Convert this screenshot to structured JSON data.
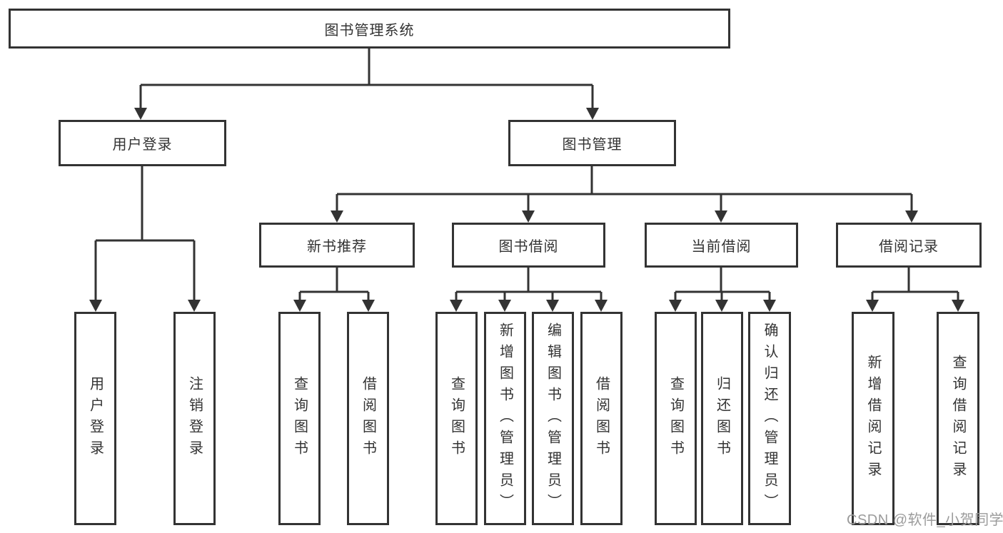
{
  "diagram_title": "图书管理系统",
  "tree": {
    "label": "图书管理系统",
    "children": [
      {
        "label": "用户登录",
        "children": [
          {
            "label": "用户登录"
          },
          {
            "label": "注销登录"
          }
        ]
      },
      {
        "label": "图书管理",
        "children": [
          {
            "label": "新书推荐",
            "children": [
              {
                "label": "查询图书"
              },
              {
                "label": "借阅图书"
              }
            ]
          },
          {
            "label": "图书借阅",
            "children": [
              {
                "label": "查询图书"
              },
              {
                "label": "新增图书（管理员）"
              },
              {
                "label": "编辑图书（管理员）"
              },
              {
                "label": "借阅图书"
              }
            ]
          },
          {
            "label": "当前借阅",
            "children": [
              {
                "label": "查询图书"
              },
              {
                "label": "归还图书"
              },
              {
                "label": "确认归还（管理员）"
              }
            ]
          },
          {
            "label": "借阅记录",
            "children": [
              {
                "label": "新增借阅记录"
              },
              {
                "label": "查询借阅记录"
              }
            ]
          }
        ]
      }
    ]
  },
  "watermark": {
    "text": "CSDN @软件_小贺同学",
    "color": "#9b9b9b"
  },
  "colors": {
    "background": "#ffffff",
    "box_border": "#333333",
    "connector_line": "#333333",
    "text": "#333333"
  }
}
